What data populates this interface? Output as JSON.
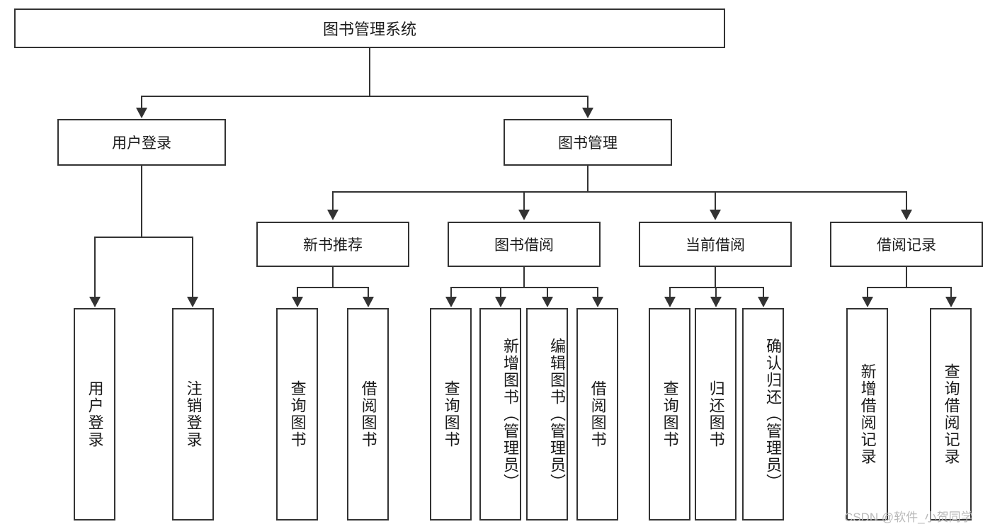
{
  "diagram": {
    "type": "tree-hierarchy-chart",
    "title_node": {
      "label": "图书管理系统"
    },
    "level2": [
      {
        "label": "用户登录"
      },
      {
        "label": "图书管理"
      }
    ],
    "level3": [
      {
        "label": "新书推荐"
      },
      {
        "label": "图书借阅"
      },
      {
        "label": "当前借阅"
      },
      {
        "label": "借阅记录"
      }
    ],
    "leaves": {
      "user_login": [
        {
          "label": "用户登录"
        },
        {
          "label": "注销登录"
        }
      ],
      "new_book_recommend": [
        {
          "label": "查询图书"
        },
        {
          "label": "借阅图书"
        }
      ],
      "book_borrow": [
        {
          "label": "查询图书"
        },
        {
          "label": "新增图书（管理员）"
        },
        {
          "label": "编辑图书（管理员）"
        },
        {
          "label": "借阅图书"
        }
      ],
      "current_borrow": [
        {
          "label": "查询图书"
        },
        {
          "label": "归还图书"
        },
        {
          "label": "确认归还（管理员）"
        }
      ],
      "borrow_record": [
        {
          "label": "新增借阅记录"
        },
        {
          "label": "查询借阅记录"
        }
      ]
    }
  },
  "watermark": {
    "text": "CSDN @软件_小贺同学"
  },
  "colors": {
    "border": "#333333",
    "background": "#ffffff",
    "text": "#1a1a1a",
    "watermark": "#b9b9b9"
  }
}
